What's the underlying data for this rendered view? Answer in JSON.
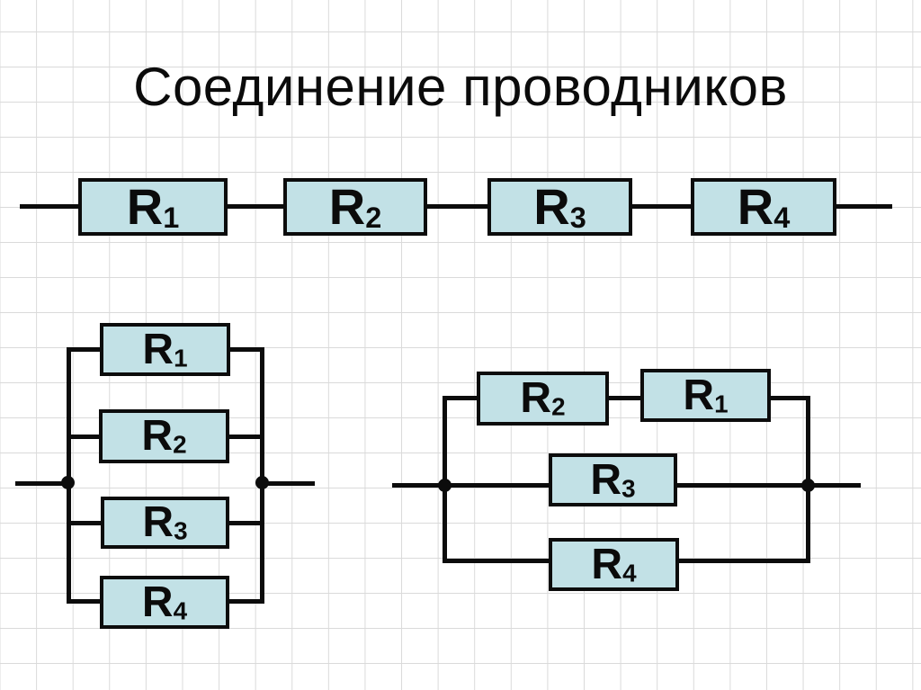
{
  "title": "Соединение проводников",
  "colors": {
    "background": "#ffffff",
    "grid_line": "#dadada",
    "wire": "#0c0c0c",
    "resistor_fill": "#c2e1e6",
    "resistor_border": "#0c0c0c",
    "text": "#0b0b0b"
  },
  "circuits": {
    "series": {
      "type": "series",
      "resistors": [
        {
          "symbol": "R",
          "sub": "1"
        },
        {
          "symbol": "R",
          "sub": "2"
        },
        {
          "symbol": "R",
          "sub": "3"
        },
        {
          "symbol": "R",
          "sub": "4"
        }
      ]
    },
    "parallel": {
      "type": "parallel",
      "resistors": [
        {
          "symbol": "R",
          "sub": "1"
        },
        {
          "symbol": "R",
          "sub": "2"
        },
        {
          "symbol": "R",
          "sub": "3"
        },
        {
          "symbol": "R",
          "sub": "4"
        }
      ]
    },
    "mixed": {
      "type": "series-parallel",
      "resistors": [
        {
          "symbol": "R",
          "sub": "2"
        },
        {
          "symbol": "R",
          "sub": "1"
        },
        {
          "symbol": "R",
          "sub": "3"
        },
        {
          "symbol": "R",
          "sub": "4"
        }
      ]
    }
  }
}
